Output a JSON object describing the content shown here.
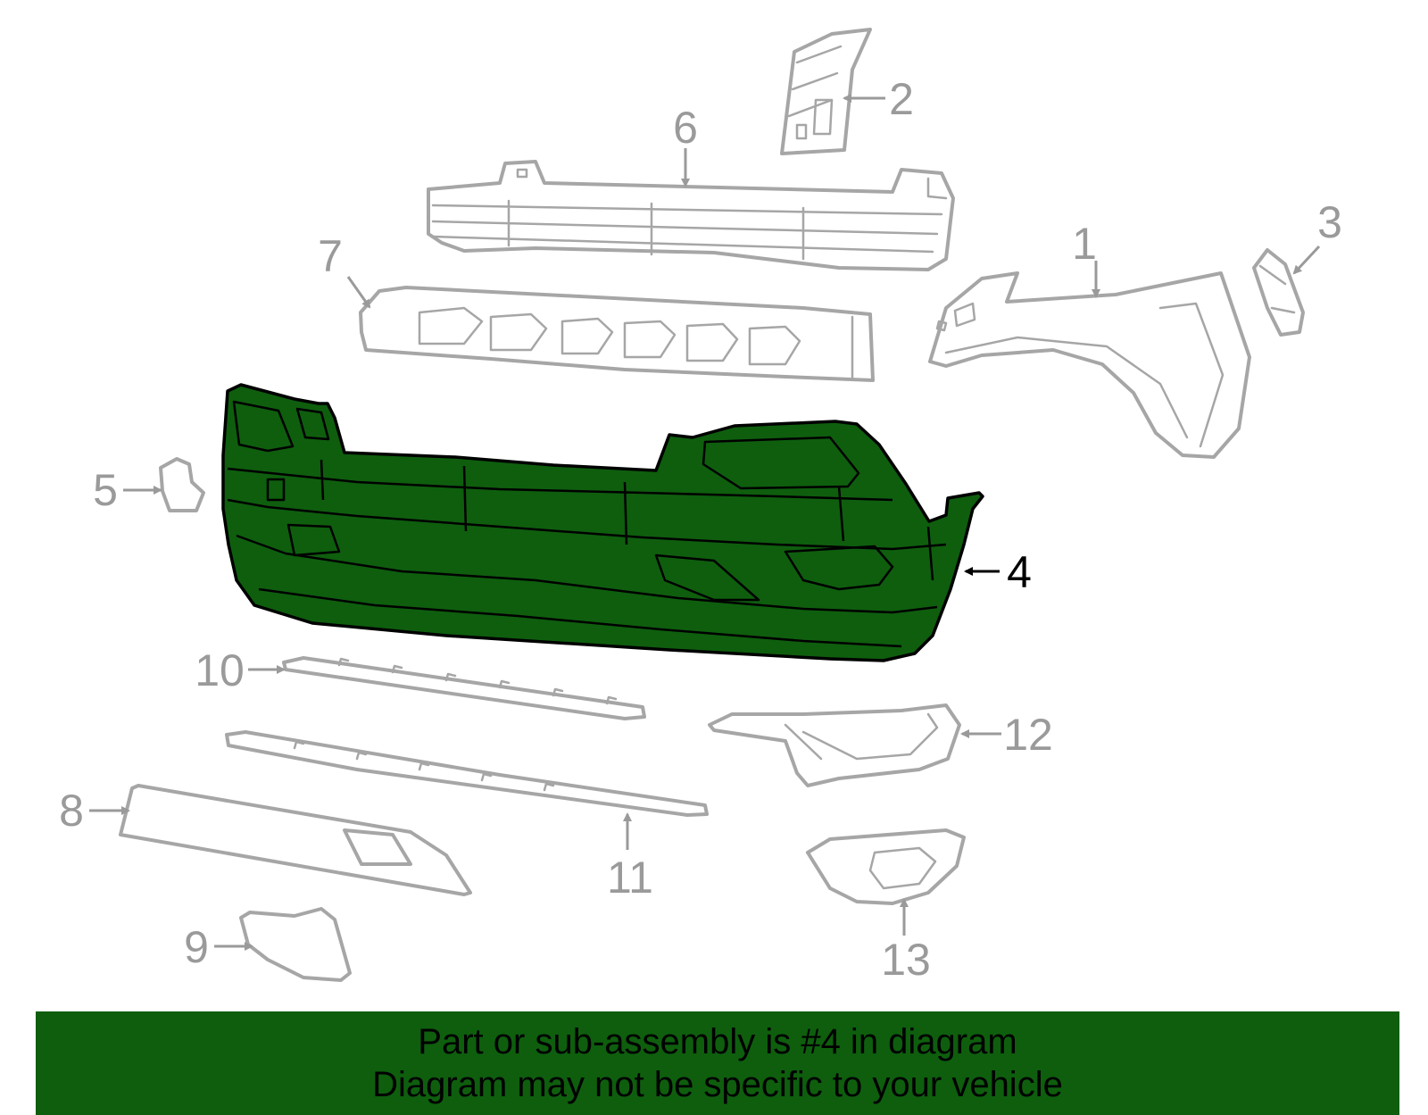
{
  "highlight_color": "#0e5e0e",
  "part_color": "#a6a6a6",
  "callouts": {
    "c1": "1",
    "c2": "2",
    "c3": "3",
    "c4": "4",
    "c5": "5",
    "c6": "6",
    "c7": "7",
    "c8": "8",
    "c9": "9",
    "c10": "10",
    "c11": "11",
    "c12": "12",
    "c13": "13"
  },
  "banner": {
    "line1": "Part or sub-assembly is #4 in diagram",
    "line2": "Diagram may not be specific to your vehicle"
  }
}
